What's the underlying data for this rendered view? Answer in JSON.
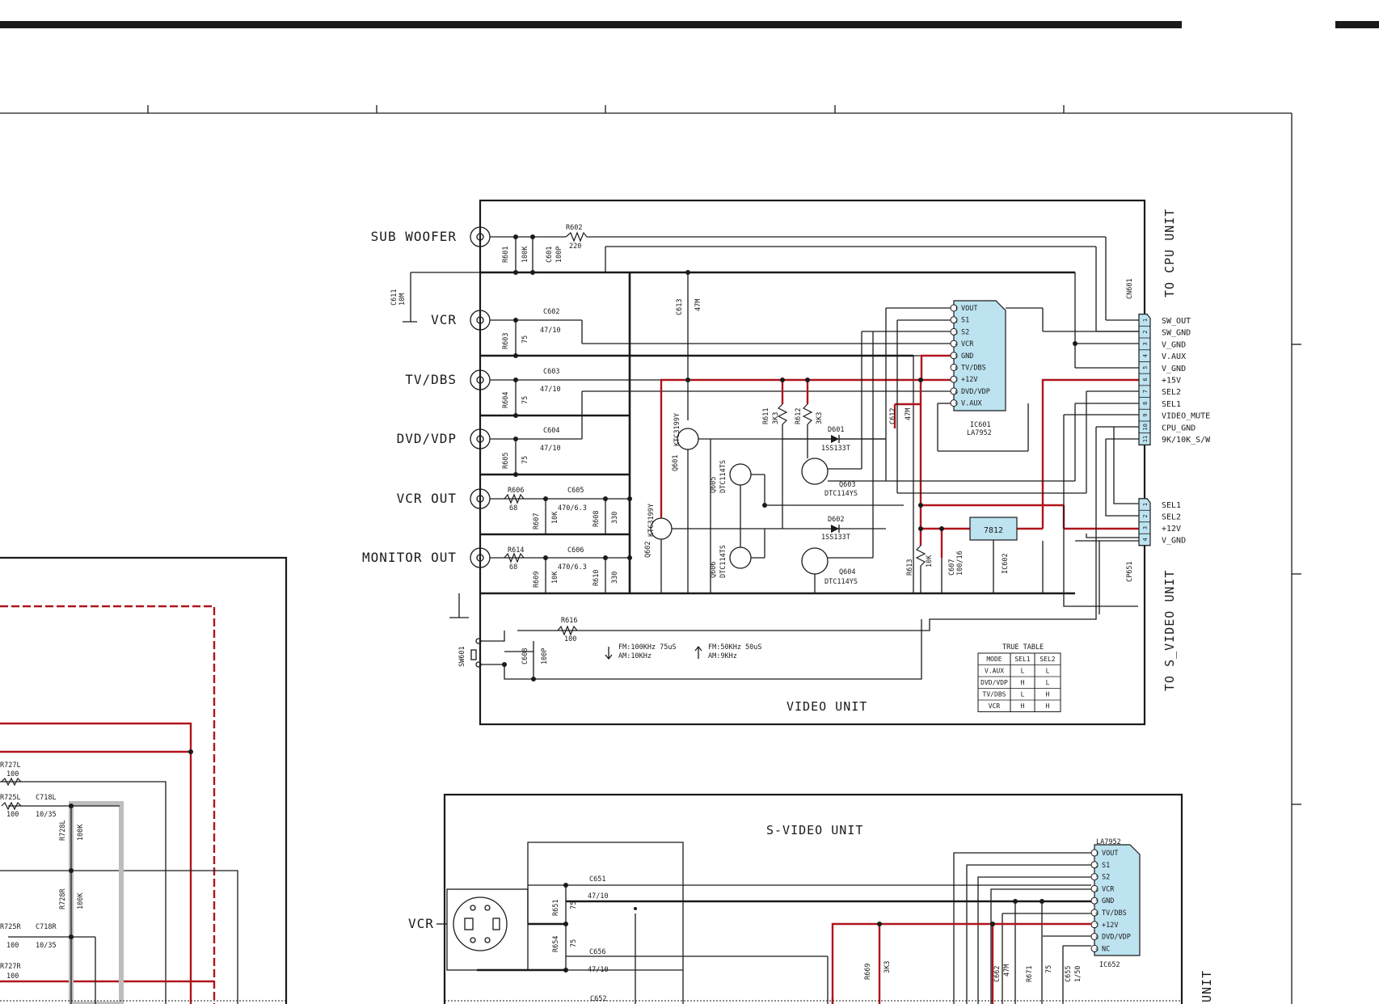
{
  "sub_woofer": "SUB WOOFER",
  "jacks": {
    "vcr": "VCR",
    "tv_dbs": "TV/DBS",
    "dvd_vdp": "DVD/VDP",
    "vcr_out": "VCR OUT",
    "monitor_out": "MONITOR OUT"
  },
  "units": {
    "video_unit": "VIDEO UNIT",
    "s_video_unit": "S-VIDEO UNIT",
    "to_cpu_unit": "TO CPU UNIT",
    "to_s_video_unit": "TO S_VIDEO UNIT",
    "unit_bottom_right": "UNIT"
  },
  "s_video_jack": "VCR",
  "ic601": {
    "ref": "IC601",
    "part": "LA7952",
    "pins": [
      "VOUT",
      "S1",
      "S2",
      "VCR",
      "GND",
      "TV/DBS",
      "+12V",
      "DVD/VDP",
      "V.AUX"
    ]
  },
  "ic652": {
    "ref": "IC652",
    "part": "LA7952",
    "pins": [
      "VOUT",
      "S1",
      "S2",
      "VCR",
      "GND",
      "TV/DBS",
      "+12V",
      "DVD/VDP",
      "NC"
    ]
  },
  "regulator": {
    "label": "7812",
    "ref": "IC602"
  },
  "cn601": {
    "ref": "CN601",
    "pin_numbers": [
      "1",
      "2",
      "3",
      "4",
      "5",
      "6",
      "7",
      "8",
      "9",
      "10",
      "11"
    ],
    "signals": [
      "SW_OUT",
      "SW_GND",
      "V_GND",
      "V.AUX",
      "V_GND",
      "+15V",
      "SEL2",
      "SEL1",
      "VIDEO_MUTE",
      "CPU_GND",
      "9K/10K_S/W"
    ]
  },
  "cp651": {
    "ref": "CP651",
    "pin_numbers": [
      "1",
      "2",
      "3",
      "4"
    ],
    "signals": [
      "SEL1",
      "SEL2",
      "+12V",
      "V_GND"
    ]
  },
  "truth_table": {
    "title": "TRUE TABLE",
    "headers": [
      "MODE",
      "SEL1",
      "SEL2"
    ],
    "rows": [
      [
        "V.AUX",
        "L",
        "L"
      ],
      [
        "DVD/VDP",
        "H",
        "L"
      ],
      [
        "TV/DBS",
        "L",
        "H"
      ],
      [
        "VCR",
        "H",
        "H"
      ]
    ]
  },
  "switch_notes": {
    "sw_ref": "SW601",
    "down_line1": "FM:100KHz 75uS",
    "down_line2": "AM:10KHz",
    "up_line1": "FM:50KHz 50uS",
    "up_line2": "AM:9KHz"
  },
  "components": {
    "r601": "R601",
    "r601_v": "100K",
    "c601": "C601",
    "c601_v": "100P",
    "r602": "R602",
    "r602_v": "220",
    "c611": "C611",
    "c611_v": "10M",
    "c602": "C602",
    "c602_v": "47/10",
    "r603": "R603",
    "r603_v": "75",
    "c603": "C603",
    "c603_v": "47/10",
    "r604": "R604",
    "r604_v": "75",
    "c604": "C604",
    "c604_v": "47/10",
    "r605": "R605",
    "r605_v": "75",
    "r606": "R606",
    "r606_v": "68",
    "c605": "C605",
    "c605_v": "470/6.3",
    "r607": "R607",
    "r607_v": "10K",
    "r608": "R608",
    "r608_v": "330",
    "r614": "R614",
    "r614_v": "68",
    "c606": "C606",
    "c606_v": "470/6.3",
    "r609": "R609",
    "r609_v": "10K",
    "r610": "R610",
    "r610_v": "330",
    "c613": "C613",
    "c613_v": "47M",
    "q601": "Q601",
    "q601_v": "KTC3199Y",
    "q602": "Q602",
    "q602_v": "KTC3199Y",
    "q605": "Q605",
    "q605_v": "DTC114TS",
    "q606": "Q606",
    "q606_v": "DTC114TS",
    "r611": "R611",
    "r611_v": "3K3",
    "r612": "R612",
    "r612_v": "3K3",
    "d601": "D601",
    "d601_v": "1SS133T",
    "d602": "D602",
    "d602_v": "1SS133T",
    "q603": "Q603",
    "q603_v": "DTC114YS",
    "q604": "Q604",
    "q604_v": "DTC114YS",
    "c612": "C612",
    "c612_v": "47M",
    "r613": "R613",
    "r613_v": "10K",
    "c607": "C607",
    "c607_v": "100/16",
    "r616": "R616",
    "r616_v": "100",
    "c608": "C608",
    "c608_v": "100P",
    "c651": "C651",
    "c651_v": "47/10",
    "r651": "R651",
    "r651_v": "75",
    "r654": "R654",
    "r654_v": "75",
    "c656": "C656",
    "c656_v": "47/10",
    "c652": "C652",
    "r669": "R669",
    "r669_v": "3K3",
    "c662": "C662",
    "c662_v": "47M",
    "r671": "R671",
    "r671_v": "75",
    "c655": "C655",
    "c655_v": "1/50"
  },
  "left_components": {
    "r727l": "R727L",
    "r727l_v": "100",
    "r725l": "R725L",
    "r725l_v": "100",
    "c718l": "C718L",
    "c718l_v": "10/35",
    "r728l": "R728L",
    "r728l_v": "100K",
    "r728r": "R728R",
    "r728r_v": "100K",
    "r725r": "R725R",
    "r725r_v": "100",
    "c718r": "C718R",
    "c718r_v": "10/35",
    "r727r": "R727R",
    "r727r_v": "100"
  },
  "colors": {
    "wire": "#1a1a1a",
    "power_trace": "#b0141c",
    "ic_fill": "#bde3f0"
  }
}
